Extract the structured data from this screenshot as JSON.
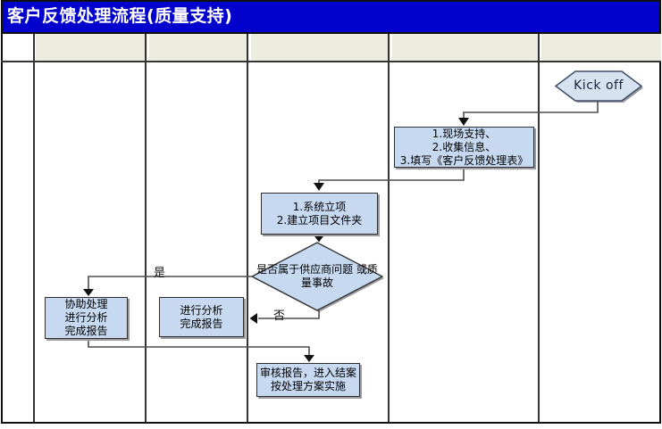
{
  "window": {
    "title": "客户反馈处理流程(质量支持)"
  },
  "colors": {
    "title_bg": "#0202CC",
    "title_text": "#FFFFFF",
    "header_bg": "#EDEDDF",
    "grid_line": "#333333",
    "node_fill": "#C7D9F0",
    "node_border": "#2F2F2F",
    "hexagon_fill": "#D6E2F0",
    "hexagon_border": "#3E4D68",
    "connector": "#4F4F4F"
  },
  "flow": {
    "kickoff": {
      "label": "Kick off"
    },
    "site_support": {
      "line1": "1.现场支持、",
      "line2": "2.收集信息、",
      "line3": "3.填写《客户反馈处理表》"
    },
    "project_setup": {
      "line1": "1.系统立项",
      "line2": "2.建立项目文件夹"
    },
    "decision": {
      "line1": "是否属于供应商问题",
      "line2": "或质量事故"
    },
    "assist": {
      "line1": "协助处理",
      "line2": "进行分析",
      "line3": "完成报告"
    },
    "analyze": {
      "line1": "进行分析",
      "line2": "完成报告"
    },
    "review": {
      "line1": "审核报告，进入结案",
      "line2": "按处理方案实施"
    },
    "branch_yes": "是",
    "branch_no": "否"
  }
}
